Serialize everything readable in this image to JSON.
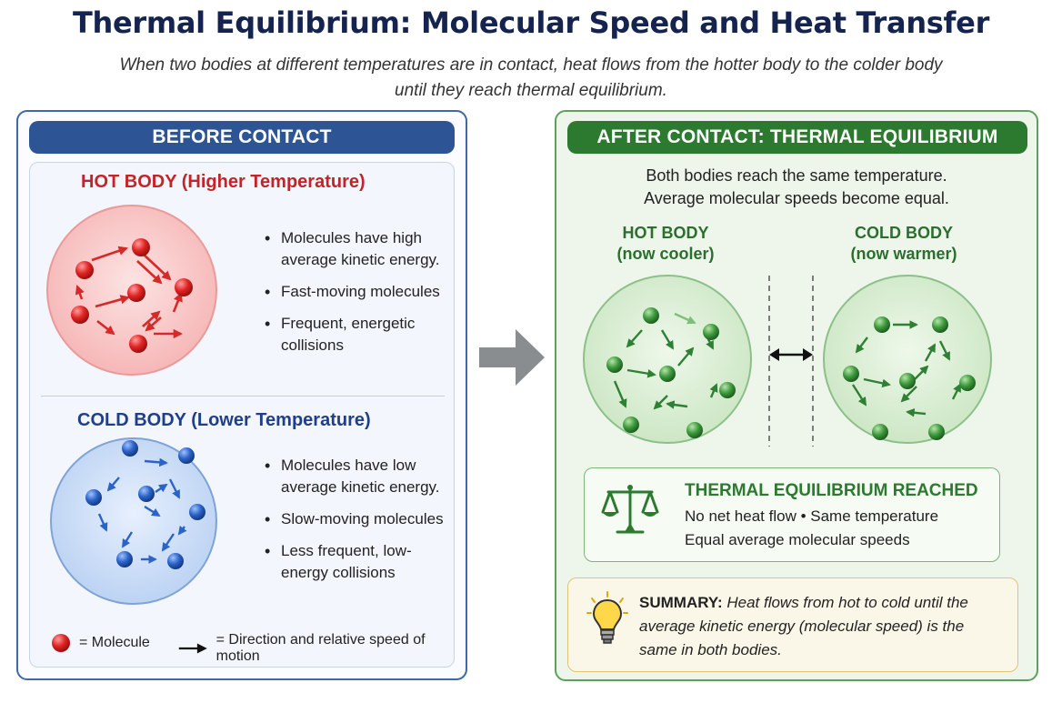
{
  "header": {
    "title": "Thermal Equilibrium: Molecular Speed and Heat Transfer",
    "subtitle": "When two bodies at different temperatures are in contact, heat flows from the hotter body to the colder body until they reach thermal equilibrium."
  },
  "before": {
    "banner": "BEFORE CONTACT",
    "hot": {
      "title": "HOT BODY (Higher Temperature)",
      "bullets": [
        "Molecules have high average kinetic energy.",
        "Fast-moving molecules",
        "Frequent, energetic collisions"
      ]
    },
    "cold": {
      "title": "COLD BODY (Lower Temperature)",
      "bullets": [
        "Molecules have low average kinetic energy.",
        "Slow-moving molecules",
        "Less frequent, low-energy collisions"
      ]
    },
    "legend": {
      "molecule": "= Molecule",
      "arrow": "= Direction and relative speed of motion"
    }
  },
  "after": {
    "banner": "AFTER CONTACT: THERMAL EQUILIBRIUM",
    "description_1": "Both bodies reach the same temperature.",
    "description_2": "Average molecular speeds become equal.",
    "hot_label_1": "HOT BODY",
    "hot_label_2": "(now cooler)",
    "cold_label_1": "COLD BODY",
    "cold_label_2": "(now warmer)",
    "equilibrium_box": {
      "title": "THERMAL EQUILIBRIUM REACHED",
      "line1": "No net heat flow • Same temperature",
      "line2": "Equal average molecular speeds"
    },
    "summary": {
      "label": "SUMMARY:",
      "text": "Heat flows from hot to cold until the average kinetic energy (molecular speed) is the same in both bodies."
    }
  },
  "icons": {
    "transition": "right-arrow-icon",
    "contact": "double-arrow-icon",
    "balance": "balance-scale-icon",
    "idea": "lightbulb-icon"
  },
  "colors": {
    "hot": "#d42a2a",
    "cold": "#2c63c9",
    "equilibrium": "#3e9a3e",
    "title": "#14244f"
  }
}
